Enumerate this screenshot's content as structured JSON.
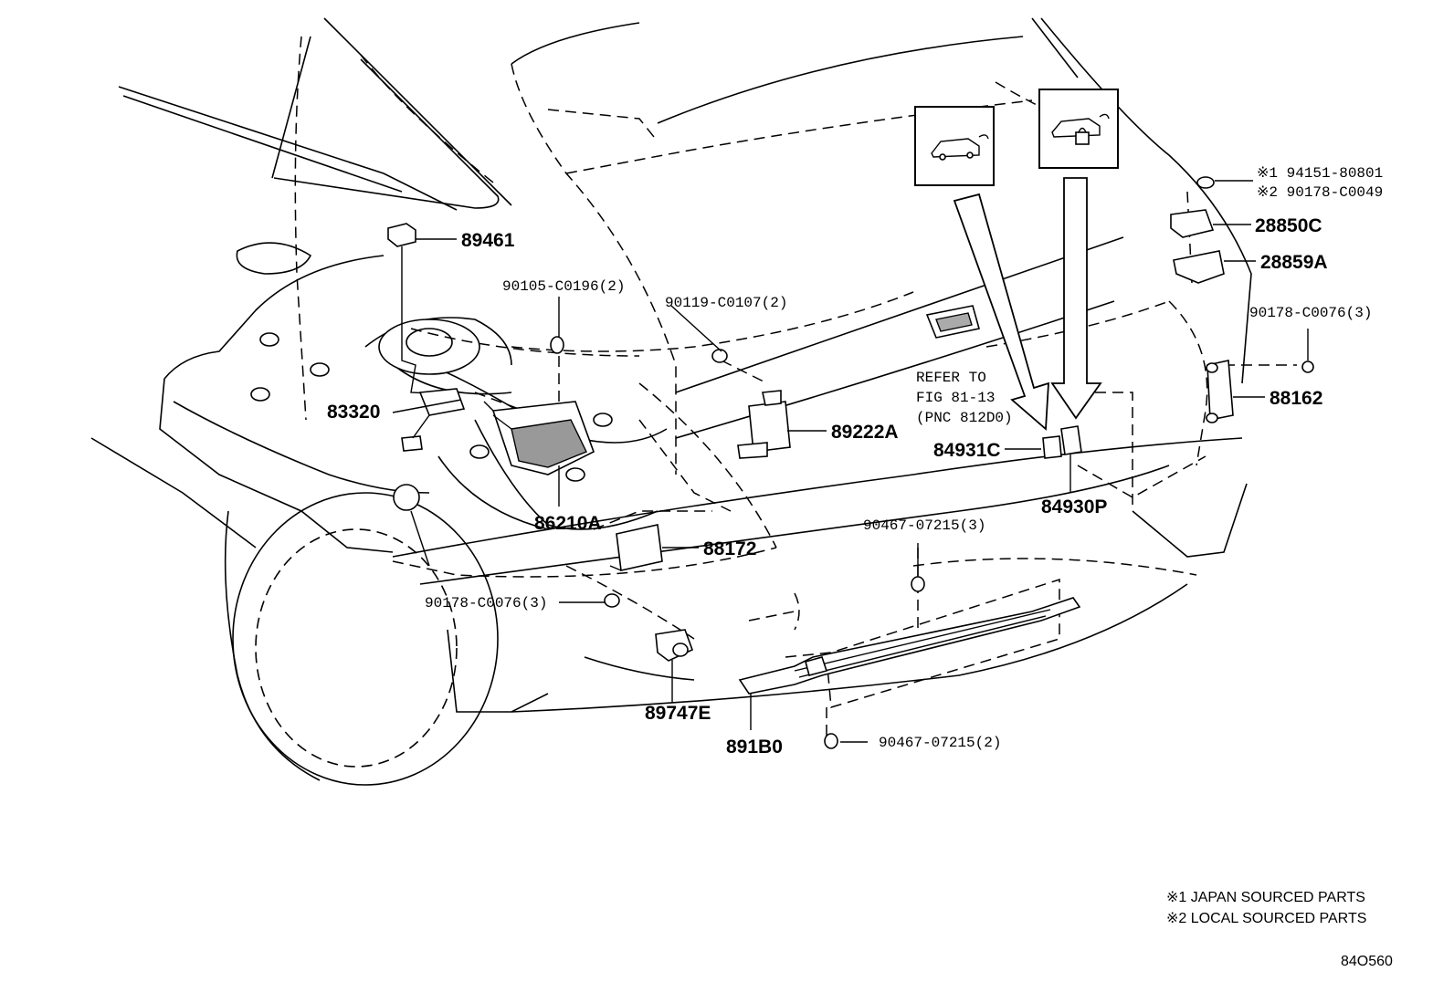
{
  "parts": {
    "p89461": "89461",
    "p83320": "83320",
    "p86210a": "86210A",
    "p90105": "90105-C0196(2)",
    "p90119": "90119-C0107(2)",
    "p89222a": "89222A",
    "p88172": "88172",
    "p90178_left": "90178-C0076(3)",
    "p89747e": "89747E",
    "p891b0": "891B0",
    "p90467_top": "90467-07215(3)",
    "p90467_bottom": "90467-07215(2)",
    "p84931c": "84931C",
    "p84930p": "84930P",
    "p88162": "88162",
    "p90178_right": "90178-C0076(3)",
    "p28859a": "28859A",
    "p28850c": "28850C",
    "p94151": "※1 94151-80801",
    "p90178_c0049": "※2 90178-C0049"
  },
  "reference": {
    "line1": "REFER TO",
    "line2": "FIG 81-13",
    "line3": "(PNC 812D0)"
  },
  "notes": {
    "japan": "※1 JAPAN SOURCED PARTS",
    "local": "※2 LOCAL SOURCED PARTS"
  },
  "figure_id": "84O560",
  "icons": [
    "rear-hatch-vehicle-icon",
    "rear-hatch-lock-vehicle-icon"
  ]
}
